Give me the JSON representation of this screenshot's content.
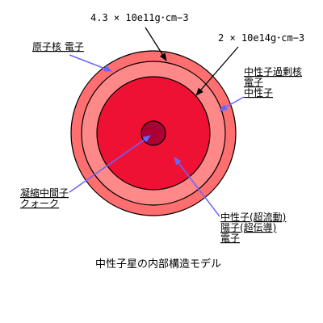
{
  "title": "中性子星の内部構造モデル",
  "density_outer": "4.3 × 10e11g･cm−3",
  "density_inner": "2 × 10e14g･cm−3",
  "labels": {
    "crust": "原子核 電子",
    "inner_crust_line1": "中性子過剰核",
    "inner_crust_line2": "電子",
    "inner_crust_line3": "中性子",
    "core_line1": "凝縮中間子",
    "core_line2": "クォーク",
    "outer_core_line1": "中性子(超流動)",
    "outer_core_line2": "陽子(超伝導)",
    "outer_core_line3": "電子"
  },
  "colors": {
    "outer_shell": "#ff6f6f",
    "middle_shell": "#ff8888",
    "inner_core": "#ee1133",
    "center": "#aa0033",
    "arrow_blue": "#6666ff",
    "arrow_black": "#000000"
  }
}
